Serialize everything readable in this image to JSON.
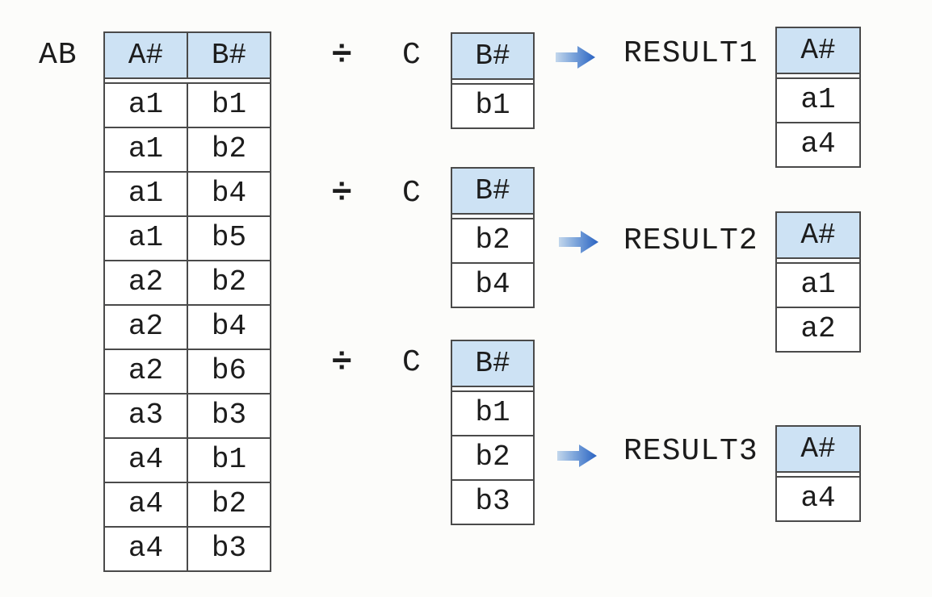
{
  "diagram_title": "relational-division",
  "colors": {
    "background": "#fcfcfa",
    "header_fill": "#cde2f4",
    "border": "#4a4a4a",
    "text": "#1c1c1c",
    "arrow_gradient_start": "#c3d7ec",
    "arrow_gradient_mid": "#7aa3da",
    "arrow_gradient_end": "#2a63c2"
  },
  "tables": {
    "ab": {
      "name": "AB",
      "columns": [
        "A#",
        "B#"
      ],
      "rows": [
        [
          "a1",
          "b1"
        ],
        [
          "a1",
          "b2"
        ],
        [
          "a1",
          "b4"
        ],
        [
          "a1",
          "b5"
        ],
        [
          "a2",
          "b2"
        ],
        [
          "a2",
          "b4"
        ],
        [
          "a2",
          "b6"
        ],
        [
          "a3",
          "b3"
        ],
        [
          "a4",
          "b1"
        ],
        [
          "a4",
          "b2"
        ],
        [
          "a4",
          "b3"
        ]
      ]
    }
  },
  "operations": [
    {
      "operator": "÷",
      "divisor_name": "C",
      "divisor_columns": [
        "B#"
      ],
      "divisor_rows": [
        "b1"
      ],
      "arrow_icon": "right-block-arrow",
      "result_name": "RESULT1",
      "result_columns": [
        "A#"
      ],
      "result_rows": [
        "a1",
        "a4"
      ]
    },
    {
      "operator": "÷",
      "divisor_name": "C",
      "divisor_columns": [
        "B#"
      ],
      "divisor_rows": [
        "b2",
        "b4"
      ],
      "arrow_icon": "right-block-arrow",
      "result_name": "RESULT2",
      "result_columns": [
        "A#"
      ],
      "result_rows": [
        "a1",
        "a2"
      ]
    },
    {
      "operator": "÷",
      "divisor_name": "C",
      "divisor_columns": [
        "B#"
      ],
      "divisor_rows": [
        "b1",
        "b2",
        "b3"
      ],
      "arrow_icon": "right-block-arrow",
      "result_name": "RESULT3",
      "result_columns": [
        "A#"
      ],
      "result_rows": [
        "a4"
      ]
    }
  ]
}
